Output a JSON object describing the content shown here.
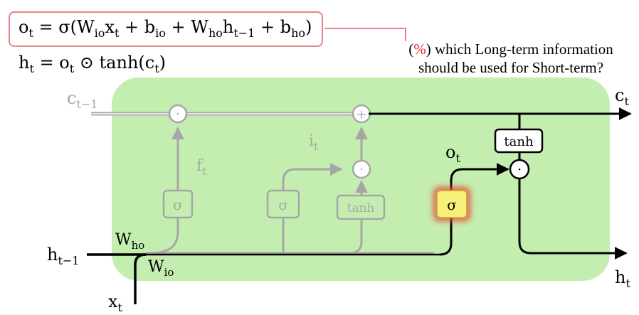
{
  "formula_output_gate": {
    "o": "o",
    "o_sub": "t",
    "eq": " = σ(W",
    "w1_sub": "io",
    "x": "x",
    "x_sub": "t",
    "plus_b": " + b",
    "b1_sub": "io",
    "plus_w": " + W",
    "w2_sub": "ho",
    "h": "h",
    "h_sub": "t−1",
    "plus_b2": " + b",
    "b2_sub": "ho",
    "close": ")"
  },
  "formula_hidden": {
    "h": "h",
    "h_sub": "t",
    "eq": " = o",
    "o_sub": "t",
    "rest": " ⊙ tanh(c",
    "c_sub": "t",
    "close": ")"
  },
  "note": {
    "open": "(",
    "percent": "%",
    "line1_rest": ") which Long-term information",
    "line2": "should be used for Short-term?"
  },
  "labels": {
    "c_prev": "c",
    "c_prev_sub": "t−1",
    "c_t": "c",
    "c_t_sub": "t",
    "h_prev": "h",
    "h_prev_sub": "t−1",
    "h_t": "h",
    "h_t_sub": "t",
    "x_t": "x",
    "x_t_sub": "t",
    "f_t": "f",
    "f_t_sub": "t",
    "i_t": "i",
    "i_t_sub": "t",
    "o_t": "o",
    "o_t_sub": "t",
    "w_ho": "W",
    "w_ho_sub": "ho",
    "w_io": "W",
    "w_io_sub": "io"
  },
  "gates": {
    "forget_sigma": "σ",
    "input_sigma": "σ",
    "input_tanh": "tanh",
    "output_sigma": "σ",
    "cell_tanh": "tanh"
  },
  "operators": {
    "multiply": "·",
    "add": "+"
  },
  "colors": {
    "cell_background": "#c4eeb0",
    "faded": "#a6a6a6",
    "active": "#000000",
    "highlight_fill": "#f7f07a",
    "highlight_glow": "#e0503c",
    "formula_border": "#e6848c",
    "percent_red": "#e32b2b"
  }
}
